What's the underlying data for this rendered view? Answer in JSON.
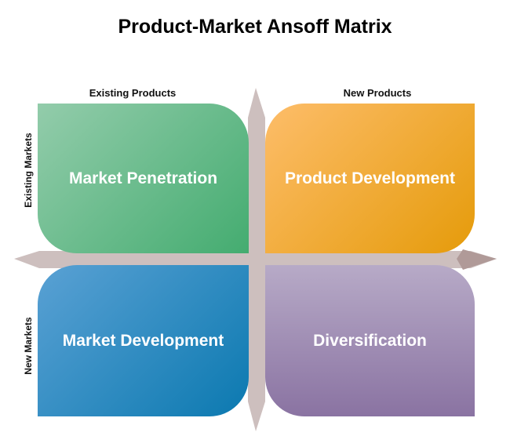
{
  "title": "Product-Market Ansoff Matrix",
  "columns": [
    "Existing Products",
    "New Products"
  ],
  "rows": [
    "Existing Markets",
    "New Markets"
  ],
  "quadrants": {
    "top_left": "Market Penetration",
    "top_right": "Product Development",
    "bottom_left": "Market Development",
    "bottom_right": "Diversification"
  },
  "colors": {
    "cross": "#cdbfbe",
    "green": "#44ac70",
    "orange": "#e59b0a",
    "blue": "#0b79b0",
    "purple": "#8a73a2"
  }
}
